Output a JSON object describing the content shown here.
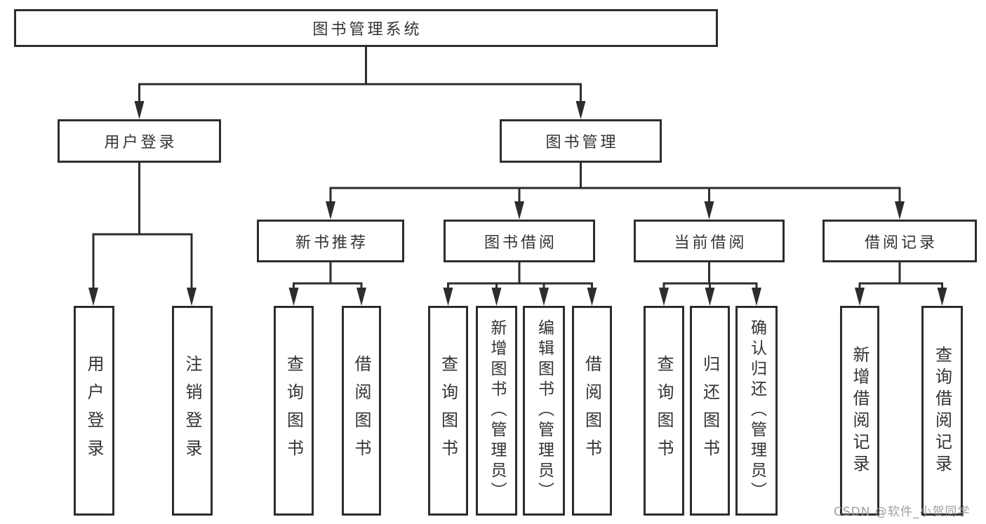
{
  "tree": {
    "root": {
      "label": "图书管理系统",
      "children": [
        {
          "label": "用户登录",
          "children": [
            {
              "label": "用户登录"
            },
            {
              "label": "注销登录"
            }
          ]
        },
        {
          "label": "图书管理",
          "children": [
            {
              "label": "新书推荐",
              "children": [
                {
                  "label": "查询图书"
                },
                {
                  "label": "借阅图书"
                }
              ]
            },
            {
              "label": "图书借阅",
              "children": [
                {
                  "label": "查询图书"
                },
                {
                  "label": "新增图书（管理员）"
                },
                {
                  "label": "编辑图书（管理员）"
                },
                {
                  "label": "借阅图书"
                }
              ]
            },
            {
              "label": "当前借阅",
              "children": [
                {
                  "label": "查询图书"
                },
                {
                  "label": "归还图书"
                },
                {
                  "label": "确认归还（管理员）"
                }
              ]
            },
            {
              "label": "借阅记录",
              "children": [
                {
                  "label": "新增借阅记录"
                },
                {
                  "label": "查询借阅记录"
                }
              ]
            }
          ]
        }
      ]
    }
  },
  "watermark": {
    "text": "CSDN @软件_小贺同学"
  },
  "colors": {
    "line": "#2d2d2d",
    "box_border": "#2d2d2d",
    "text": "#333333",
    "background": "#ffffff",
    "watermark": "#969696"
  }
}
